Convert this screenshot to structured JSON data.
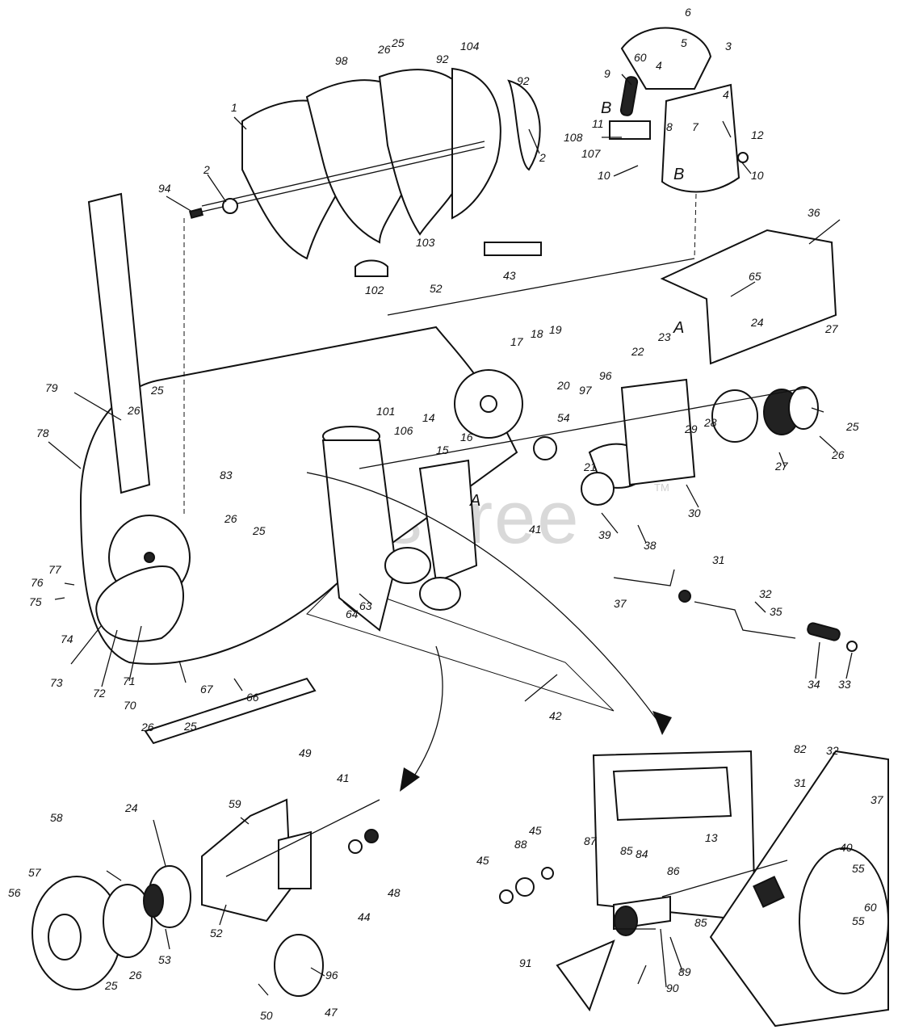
{
  "watermark": {
    "text": "PartsTree",
    "tm": "TM"
  },
  "section_markers": [
    "A",
    "A",
    "B",
    "B"
  ],
  "part_labels": [
    "1",
    "2",
    "2",
    "3",
    "4",
    "4",
    "5",
    "6",
    "7",
    "8",
    "9",
    "10",
    "10",
    "11",
    "12",
    "14",
    "15",
    "16",
    "17",
    "18",
    "19",
    "20",
    "21",
    "22",
    "23",
    "24",
    "24",
    "25",
    "25",
    "25",
    "25",
    "25",
    "25",
    "26",
    "26",
    "26",
    "26",
    "26",
    "26",
    "27",
    "27",
    "28",
    "29",
    "30",
    "31",
    "31",
    "32",
    "32",
    "33",
    "34",
    "35",
    "36",
    "37",
    "37",
    "38",
    "39",
    "40",
    "41",
    "41",
    "42",
    "43",
    "44",
    "45",
    "45",
    "47",
    "48",
    "49",
    "50",
    "52",
    "52",
    "53",
    "54",
    "55",
    "55",
    "56",
    "57",
    "58",
    "59",
    "60",
    "60",
    "63",
    "64",
    "65",
    "66",
    "67",
    "70",
    "71",
    "72",
    "73",
    "74",
    "75",
    "76",
    "77",
    "78",
    "79",
    "82",
    "83",
    "84",
    "85",
    "85",
    "86",
    "87",
    "88",
    "89",
    "90",
    "91",
    "92",
    "92",
    "94",
    "96",
    "96",
    "97",
    "98",
    "101",
    "102",
    "103",
    "104",
    "106",
    "107",
    "108",
    "13"
  ]
}
